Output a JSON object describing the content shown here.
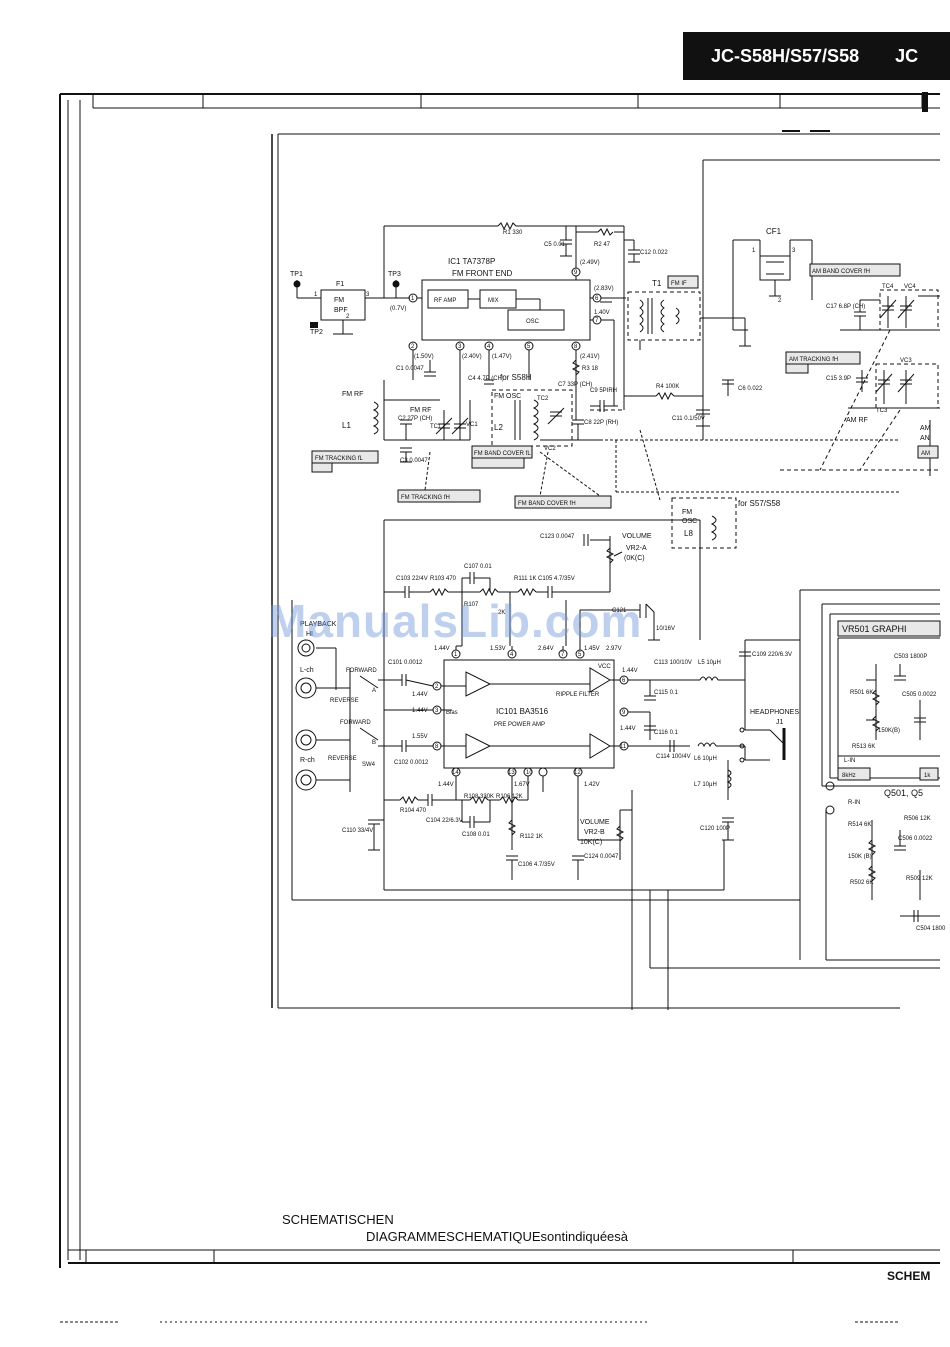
{
  "header": {
    "model": "JC-S58H/S57/S58",
    "model_cont": "JC"
  },
  "watermark": "ManualsLib.com",
  "footer": {
    "line1": "SCHEMATISCHEN",
    "line2": "DIAGRAMMESCHEMATIQUEsontindiquéesà",
    "right_tag": "SCHEM"
  },
  "test_points": [
    "TP1",
    "TP2",
    "TP3"
  ],
  "ic1": {
    "ref": "IC1 TA7378P",
    "title": "FM FRONT END",
    "blocks": [
      "RF AMP",
      "MIX",
      "OSC"
    ],
    "pins": [
      "1",
      "2",
      "3",
      "4",
      "5",
      "6",
      "7",
      "8",
      "9"
    ],
    "voltages": [
      "(0.7V)",
      "(1.50V)",
      "(2.40V)",
      "(1.47V)",
      "(2.41V)",
      "(2.83V)",
      "(2.49V)",
      "1.40V"
    ]
  },
  "filter": {
    "ref": "F1",
    "name1": "FM",
    "name2": "BPF",
    "pins": [
      "1",
      "2",
      "3"
    ]
  },
  "front_end_parts": [
    "R1 330",
    "C5 0.01",
    "R2 47",
    "C12 0.022",
    "C1 0.0047",
    "C4 4.7P (CH)",
    "for S58H",
    "R3 18",
    "C7 33P (CH)",
    "C9 5PIRH",
    "R4 100K",
    "C6 0.022",
    "C11 0.1/50V",
    "C2 27P (CH)",
    "C3 0.0047",
    "C8 22P (RH)",
    "FM RF",
    "L1",
    "TC1",
    "VC1",
    "FM OSC",
    "L2",
    "TC2",
    "VC2"
  ],
  "tags": {
    "fm_if": "FM IF",
    "fm_tracking_fl": "FM TRACKING fL",
    "fm_tracking_fh": "FM TRACKING fH",
    "fm_band_cover_fl": "FM BAND COVER fL",
    "fm_band_cover_fh": "FM BAND COVER fH",
    "am_band_cover_fh": "AM BAND COVER fH",
    "am_tracking_fh": "AM TRACKING fH"
  },
  "if_section": {
    "transformer": "T1",
    "ceramic": "CF1",
    "cf_pins": [
      "1",
      "2",
      "3"
    ]
  },
  "am_section": [
    "TC4",
    "VC4",
    "C17 6.8P (CH)",
    "C15 3.9P",
    "VC3",
    "TC3",
    "AM RF",
    "AM",
    "AN"
  ],
  "alt_osc": {
    "note": "for S57/S58",
    "name1": "FM",
    "name2": "OSC",
    "ref": "L8"
  },
  "volume_a": {
    "name": "VOLUME",
    "ref": "VR2-A",
    "value": "(0K(C)",
    "cap": "C123 0.0047"
  },
  "ic101": {
    "ref": "IC101 BA3516",
    "title": "PRE POWER AMP",
    "blocks": [
      "RIPPLE FILTER",
      "Bias",
      "VCC"
    ],
    "pins": [
      "1",
      "2",
      "3",
      "4",
      "5",
      "6",
      "7",
      "8",
      "9",
      "10",
      "11",
      "12",
      "13",
      "14"
    ],
    "voltages": [
      "1.44V",
      "1.53V",
      "2.64V",
      "1.45V",
      "2.97V",
      "1.44V",
      "1.44V",
      "1.44V",
      "1.55V",
      "1.44V",
      "1.44V",
      "1.67V",
      "1.42V"
    ]
  },
  "playback": {
    "title": "PLAYBACK",
    "head": "HI",
    "lch": "L-ch",
    "rch": "R-ch",
    "forward": "FORWARD",
    "reverse": "REVERSE",
    "switch": "SW4",
    "labels": [
      "A",
      "B"
    ]
  },
  "amp_parts": [
    "C103 22/4V",
    "R103 470",
    "C107 0.01",
    "R107",
    "R111 1K",
    "C105 4.7/35V",
    "2K",
    "C101 0.0012",
    "C102 0.0012",
    "C113 100/10V",
    "C115 0.1",
    "C116 0.1",
    "C114 100/4V",
    "C109 220/6.3V",
    "C121",
    "10/16V",
    "R104 470",
    "C104 22/6.3V",
    "R108 330K",
    "R106 12K",
    "C108 0.01",
    "R112 1K",
    "C106 4.7/35V",
    "C110 33/4V",
    "C120 100P"
  ],
  "inductors": [
    "L5 10μH",
    "L6 10μH",
    "L7 10μH"
  ],
  "headphones": {
    "label": "HEADPHONES",
    "ref": "J1"
  },
  "volume_b": {
    "name": "VOLUME",
    "ref": "VR2-B",
    "value": "10K(C)",
    "cap": "C124 0.0047"
  },
  "equalizer": {
    "title": "VR501 GRAPHI",
    "inputs": [
      "L-IN",
      "R-IN"
    ],
    "bands": [
      "8kHz",
      "1k"
    ],
    "transistors": "Q501, Q5",
    "parts": [
      "C503 1800P",
      "R501 6K",
      "C505 0.0022",
      "150K(B)",
      "R513 6K",
      "R514 6K",
      "R506 12K",
      "C506 0.0022",
      "150K (B)",
      "R502 6K",
      "R509 12K",
      "C504 1800"
    ]
  }
}
